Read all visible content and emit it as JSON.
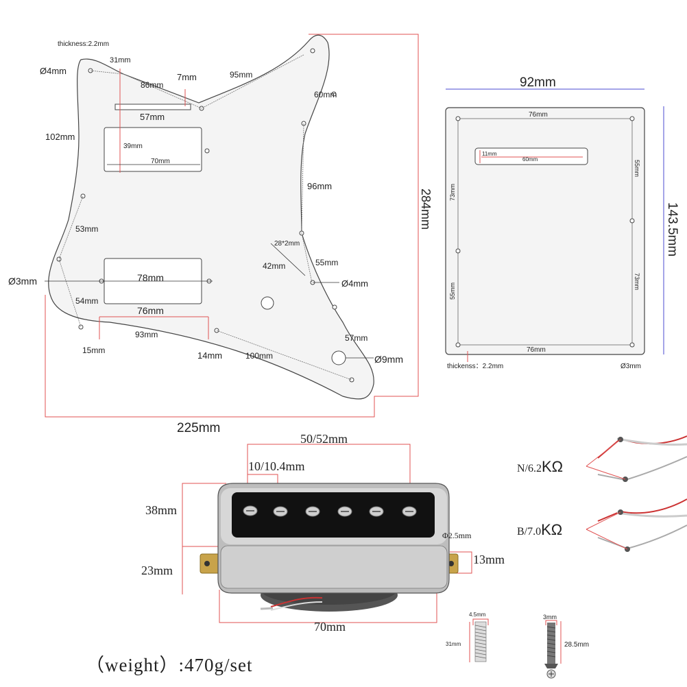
{
  "pickguard": {
    "thickness": "thickness:2.2mm",
    "dims": {
      "d4top": "Ø4mm",
      "d31": "31mm",
      "d7": "7mm",
      "d86": "86mm",
      "d95": "95mm",
      "d57": "57mm",
      "d60": "60mm",
      "d102": "102mm",
      "d39": "39mm",
      "d70": "70mm",
      "d96": "96mm",
      "d53": "53mm",
      "d284": "284mm",
      "d28x2": "28*2mm",
      "d42": "42mm",
      "d55": "55mm",
      "d3": "Ø3mm",
      "d78": "78mm",
      "d4side": "Ø4mm",
      "d54": "54mm",
      "d76": "76mm",
      "d93": "93mm",
      "d57b": "57mm",
      "d15": "15mm",
      "d14": "14mm",
      "d100": "100mm",
      "d9": "Ø9mm",
      "d225": "225mm"
    }
  },
  "backplate": {
    "width": "92mm",
    "height": "143.5mm",
    "inner_width": "76mm",
    "slot_w": "60mm",
    "slot_h": "11mm",
    "left_73": "73mm",
    "left_55": "55mm",
    "right_55": "55mm",
    "right_73": "73mm",
    "bottom_76": "76mm",
    "thickness": "thickenss：2.2mm",
    "hole": "Ø3mm"
  },
  "pickup": {
    "spacing": "50/52mm",
    "pole": "10/10.4mm",
    "h38": "38mm",
    "h23": "23mm",
    "hole": "Φ2.5mm",
    "tab": "13mm",
    "length": "70mm"
  },
  "wiring": {
    "neck_prefix": "N/6.2",
    "neck_unit": "KΩ",
    "bridge_prefix": "B/7.0",
    "bridge_unit": "KΩ"
  },
  "hardware": {
    "spring_w": "4.5mm",
    "spring_h": "31mm",
    "screw_w": "3mm",
    "screw_h": "28.5mm"
  },
  "weight": "（weight）:470g/set",
  "colors": {
    "dim_red": "#e05252",
    "dim_blue": "#4a4ad0",
    "guard": "#f4f4f4",
    "chrome": "#c9c9c9"
  }
}
